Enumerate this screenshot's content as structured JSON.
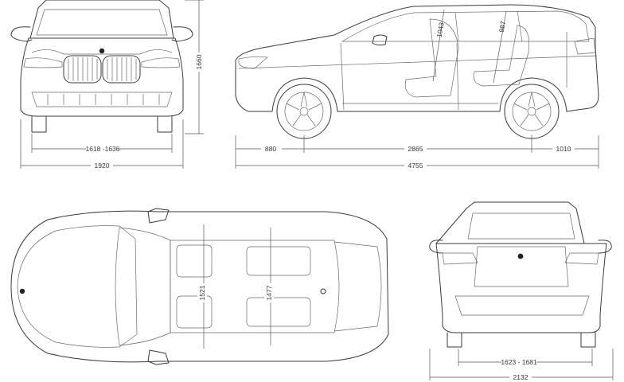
{
  "dimensions": {
    "front_track": "1618 -1636",
    "width_front": "1920",
    "height": "1660",
    "front_overhang": "880",
    "wheelbase": "2865",
    "rear_overhang": "1010",
    "length": "4755",
    "front_headroom": "1043",
    "rear_headroom": "987",
    "front_shoulder": "1521",
    "rear_shoulder": "1477",
    "rear_track": "1623 - 1681",
    "width_mirrors": "2132"
  },
  "icons": {
    "badge": "bmw-roundel-icon"
  },
  "colors": {
    "line": "#3a3a3a",
    "dimension": "#555555",
    "background": "#ffffff"
  }
}
